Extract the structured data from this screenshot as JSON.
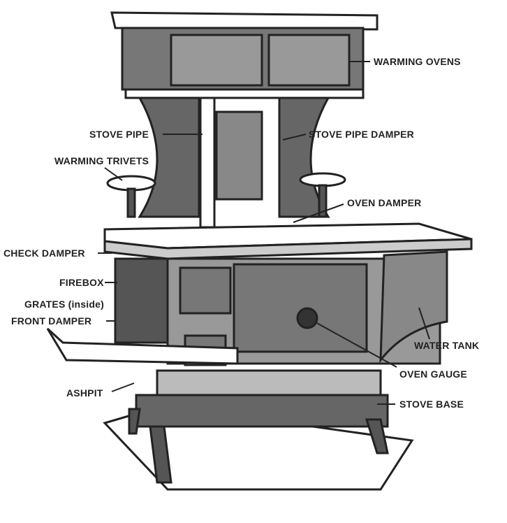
{
  "diagram": {
    "subject": "stove",
    "labels": {
      "warming_ovens": "WARMING OVENS",
      "stove_pipe": "STOVE PIPE",
      "stove_pipe_damper": "STOVE PIPE DAMPER",
      "warming_trivets": "WARMING TRIVETS",
      "oven_damper": "OVEN DAMPER",
      "check_damper": "CHECK DAMPER",
      "firebox": "FIREBOX",
      "grates": "GRATES (inside)",
      "front_damper": "FRONT DAMPER",
      "water_tank": "WATER TANK",
      "oven_gauge": "OVEN GAUGE",
      "ashpit": "ASHPIT",
      "stove_base": "STOVE BASE"
    },
    "colors": {
      "ink": "#222222",
      "shade": "#555555",
      "paper": "#ffffff"
    }
  }
}
